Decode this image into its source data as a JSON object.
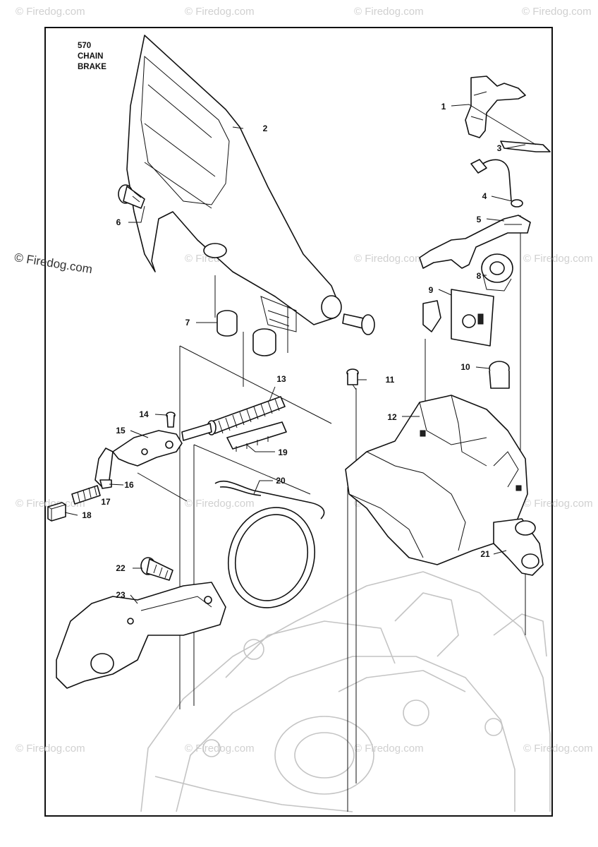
{
  "title": [
    "570",
    "CHAIN",
    "BRAKE"
  ],
  "watermark": {
    "text": "© Firedog.com",
    "side_text": "© Firedog.com"
  },
  "callouts": [
    {
      "num": "1",
      "part": "lever-assembly"
    },
    {
      "num": "2",
      "part": "front-hand-guard"
    },
    {
      "num": "3",
      "part": "spring-clip"
    },
    {
      "num": "4",
      "part": "wire-link"
    },
    {
      "num": "5",
      "part": "trigger-lever"
    },
    {
      "num": "6",
      "part": "shoulder-screw-left"
    },
    {
      "num": "7",
      "part": "bushing"
    },
    {
      "num": "8",
      "part": "spring-clamp"
    },
    {
      "num": "9",
      "part": "bracket-plate"
    },
    {
      "num": "10",
      "part": "clip"
    },
    {
      "num": "11",
      "part": "screw"
    },
    {
      "num": "12",
      "part": "brake-housing"
    },
    {
      "num": "13",
      "part": "brake-spring"
    },
    {
      "num": "14",
      "part": "small-screw"
    },
    {
      "num": "15",
      "part": "knee-joint"
    },
    {
      "num": "16",
      "part": "pawl"
    },
    {
      "num": "17",
      "part": "pawl-spring"
    },
    {
      "num": "18",
      "part": "block"
    },
    {
      "num": "19",
      "part": "spring-guide"
    },
    {
      "num": "20",
      "part": "wire-spring"
    },
    {
      "num": "21",
      "part": "cable-holder"
    },
    {
      "num": "22",
      "part": "bolt"
    },
    {
      "num": "23",
      "part": "clutch-cover-plate"
    }
  ]
}
